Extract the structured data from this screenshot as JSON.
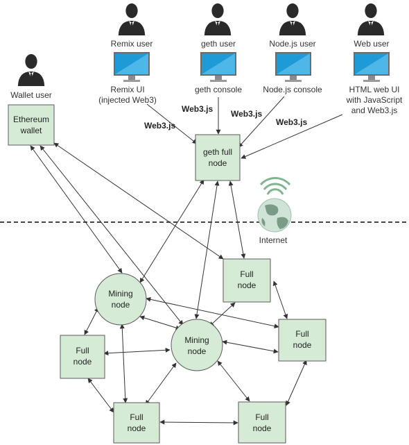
{
  "users": [
    {
      "id": "remix",
      "label": "Remix user",
      "caption_lines": [
        "Remix UI",
        "(injected Web3)"
      ]
    },
    {
      "id": "geth",
      "label": "geth user",
      "caption_lines": [
        "geth console"
      ]
    },
    {
      "id": "nodejs",
      "label": "Node.js user",
      "caption_lines": [
        "Node.js console"
      ]
    },
    {
      "id": "web",
      "label": "Web user",
      "caption_lines": [
        "HTML web UI",
        "with JavaScript",
        "and Web3.js"
      ]
    }
  ],
  "wallet_user": {
    "label": "Wallet user",
    "box_lines": [
      "Ethereum",
      "wallet"
    ]
  },
  "web3_labels": [
    "Web3.js",
    "Web3.js",
    "Web3.js",
    "Web3.js"
  ],
  "geth_node": {
    "lines": [
      "geth full",
      "node"
    ]
  },
  "internet_label": "Internet",
  "nodes": {
    "full_top_right": [
      "Full",
      "node"
    ],
    "full_mid_right": [
      "Full",
      "node"
    ],
    "full_left": [
      "Full",
      "node"
    ],
    "full_bottom_left": [
      "Full",
      "node"
    ],
    "full_bottom_right": [
      "Full",
      "node"
    ],
    "mining_left": [
      "Mining",
      "node"
    ],
    "mining_center": [
      "Mining",
      "node"
    ]
  },
  "colors": {
    "node_fill": "#d5ebd5",
    "node_stroke": "#5a5a5a",
    "monitor_screen": "#1e9bd7",
    "person": "#2a2a2a",
    "globe": "#8fb89a"
  }
}
